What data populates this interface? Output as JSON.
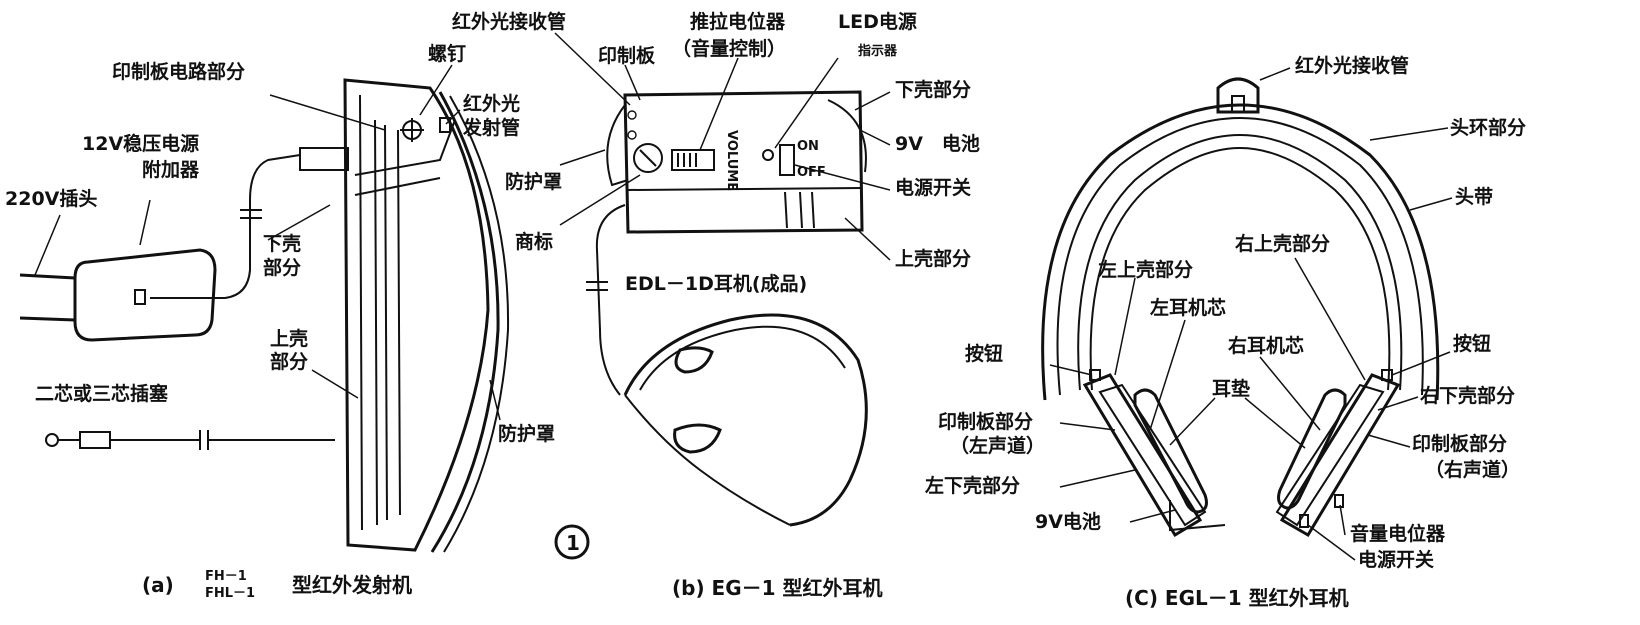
{
  "panel_a": {
    "labels": {
      "pcb_circuit": "印制板电路部分",
      "screw": "螺钉",
      "ir_emitter": "红外光",
      "ir_emitter_2": "发射管",
      "adapter": "12V稳压电源",
      "adapter_2": "附加器",
      "plug_220": "220V插头",
      "lower_shell": "下壳",
      "lower_shell_2": "部分",
      "upper_shell": "上壳",
      "upper_shell_2": "部分",
      "jack_plug": "二芯或三芯插塞",
      "shield": "防护罩"
    },
    "caption": {
      "prefix": "(a)",
      "model_1": "FH－1",
      "model_2": "FHL－1",
      "suffix": "型红外发射机"
    }
  },
  "panel_b": {
    "labels": {
      "ir_receiver": "红外光接收管",
      "pcb": "印制板",
      "potentiometer": "推拉电位器",
      "potentiometer_2": "（音量控制）",
      "led_power": "LED电源",
      "led_power_2": "指示器",
      "lower_shell": "下壳部分",
      "battery": "9V　电池",
      "shield": "防护罩",
      "power_switch": "电源开关",
      "trademark": "商标",
      "upper_shell": "上壳部分",
      "product": "EDL－1D耳机(成品)",
      "volume_text": "VOLUME",
      "on_text": "ON",
      "off_text": "OFF"
    },
    "caption": "(b) EG－1 型红外耳机"
  },
  "panel_c": {
    "labels": {
      "ir_receiver": "红外光接收管",
      "head_ring": "头环部分",
      "headband": "头带",
      "right_upper_shell": "右上壳部分",
      "left_upper_shell": "左上壳部分",
      "left_driver": "左耳机芯",
      "right_driver": "右耳机芯",
      "button_left": "按钮",
      "button_right": "按钮",
      "right_lower_shell": "右下壳部分",
      "ear_pad": "耳垫",
      "pcb_left": "印制板部分",
      "pcb_left_2": "（左声道）",
      "pcb_right": "印制板部分",
      "pcb_right_2": "（右声道）",
      "left_lower_shell": "左下壳部分",
      "volume_pot": "音量电位器",
      "battery": "9V电池",
      "power_switch": "电源开关"
    },
    "caption": "(C) EGL－1 型红外耳机"
  },
  "figure_number": "1"
}
